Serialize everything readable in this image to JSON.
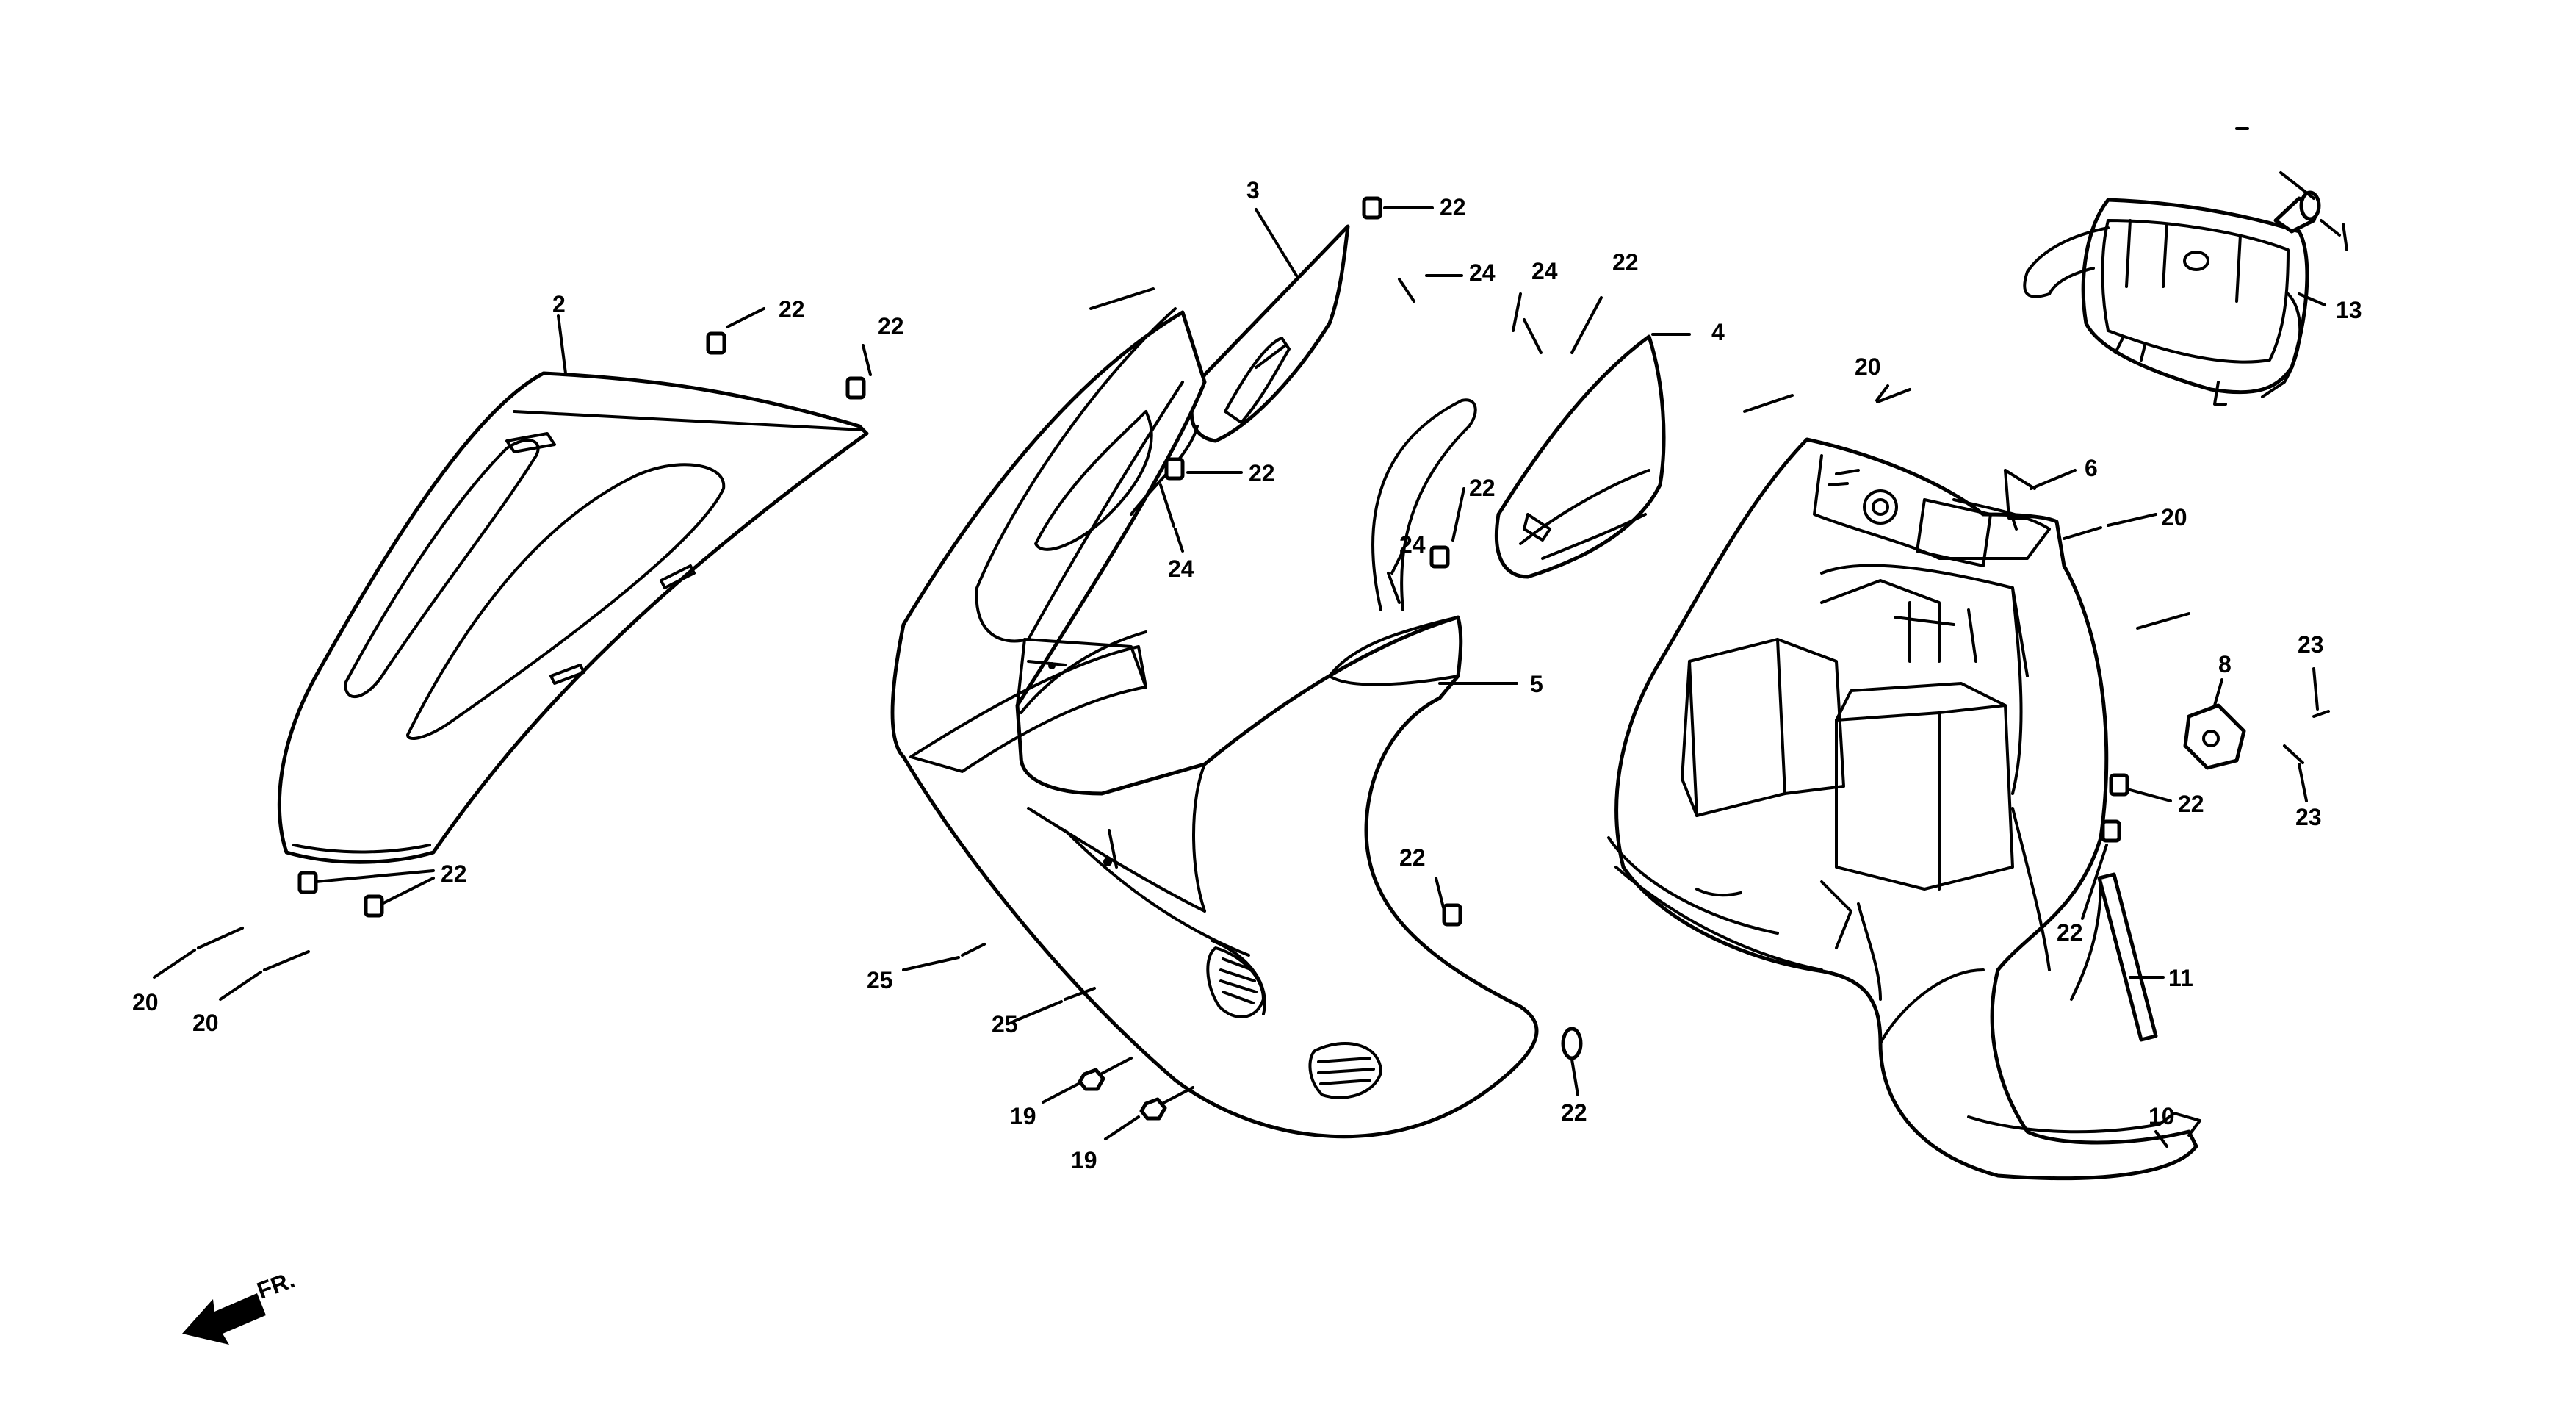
{
  "labels": {
    "l2": "2",
    "l3": "3",
    "l4": "4",
    "l5": "5",
    "l6": "6",
    "l8": "8",
    "l10": "10",
    "l11": "11",
    "l13": "13",
    "l19a": "19",
    "l19b": "19",
    "l20a": "20",
    "l20b": "20",
    "l20c": "20",
    "l20d": "20",
    "l22a": "22",
    "l22b": "22",
    "l22c": "22",
    "l22d": "22",
    "l22e": "22",
    "l22f": "22",
    "l22g": "22",
    "l22h": "22",
    "l22i": "22",
    "l22j": "22",
    "l22k": "22",
    "l23a": "23",
    "l23b": "23",
    "l24a": "24",
    "l24b": "24",
    "l24c": "24",
    "l24d": "24",
    "l25a": "25",
    "l25b": "25"
  },
  "direction_label": "FR."
}
